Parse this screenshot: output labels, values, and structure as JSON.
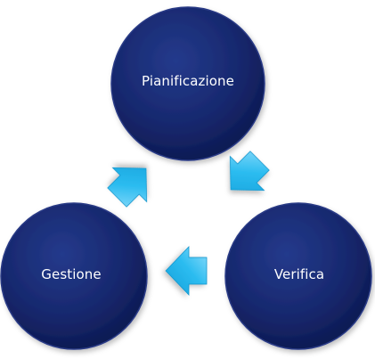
{
  "cycle": {
    "nodes": [
      {
        "id": "planning",
        "label": "Pianificazione"
      },
      {
        "id": "verify",
        "label": "Verifica"
      },
      {
        "id": "manage",
        "label": "Gestione"
      }
    ]
  },
  "colors": {
    "node_fill_center": "#1c2e78",
    "node_fill_edge": "#0e1a55",
    "node_stroke": "#2a3b86",
    "arrow_fill": "#1fb4ec",
    "arrow_highlight": "#8fdcfb",
    "label_text": "#ffffff"
  }
}
